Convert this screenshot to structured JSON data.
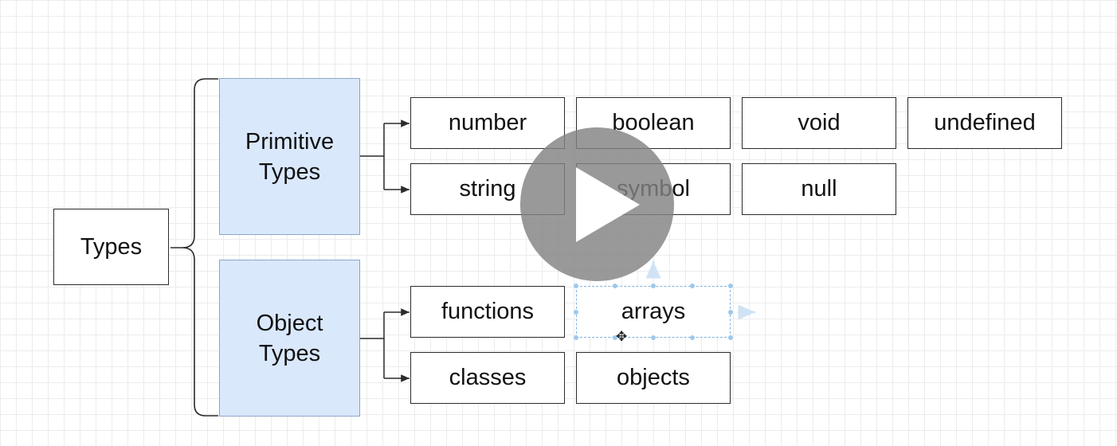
{
  "root": {
    "label": "Types"
  },
  "groups": {
    "primitive": {
      "label": "Primitive Types"
    },
    "object": {
      "label": "Object Types"
    }
  },
  "primitive_items": [
    "number",
    "boolean",
    "void",
    "undefined",
    "string",
    "symbol",
    "null"
  ],
  "object_items": [
    "functions",
    "arrays",
    "classes",
    "objects"
  ],
  "colors": {
    "group_fill": "#dae8fc",
    "group_border": "#8ca4c8",
    "line": "#2b2b2b",
    "selection": "#7fb3e0",
    "play_overlay": "#828282"
  },
  "overlay": {
    "play_icon": "play-icon",
    "cursor_icon": "move-cursor-icon"
  }
}
